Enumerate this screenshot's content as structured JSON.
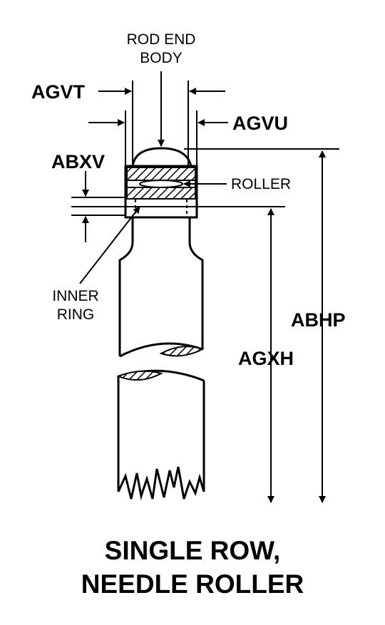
{
  "labels": {
    "rod_end_body_1": "ROD END",
    "rod_end_body_2": "BODY",
    "agvt": "AGVT",
    "agvu": "AGVU",
    "abxv": "ABXV",
    "roller": "ROLLER",
    "inner_ring_1": "INNER",
    "inner_ring_2": "RING",
    "abhp": "ABHP",
    "agxh": "AGXH"
  },
  "title": {
    "line1": "SINGLE ROW,",
    "line2": "NEEDLE ROLLER"
  }
}
